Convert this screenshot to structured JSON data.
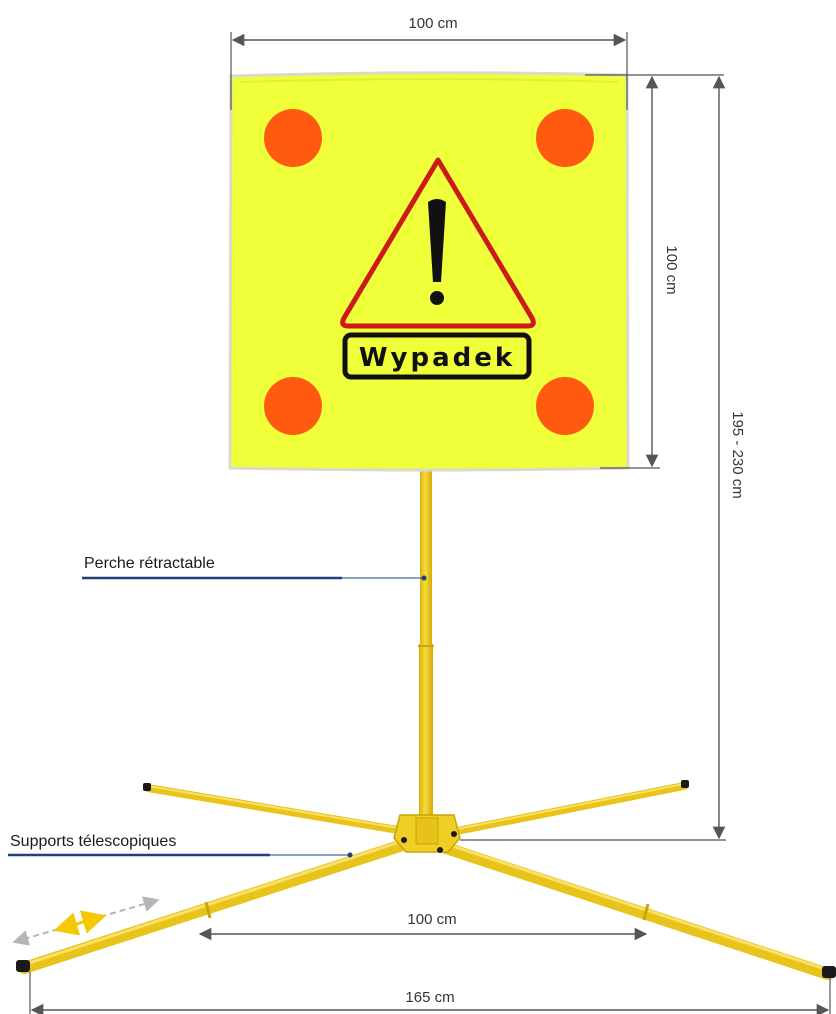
{
  "dimensions": {
    "sign_width": "100 cm",
    "sign_height": "100 cm",
    "total_height": "195 - 230 cm",
    "support_span": "100 cm",
    "base_span": "165 cm"
  },
  "callouts": {
    "pole": "Perche rétractable",
    "supports": "Supports télescopiques"
  },
  "sign": {
    "word": "Wypadek",
    "icon": "warning-triangle-exclamation-icon",
    "panel_color": "#efff3a",
    "dot_color": "#ff5a10",
    "triangle_color": "#cc1a1a"
  },
  "colors": {
    "pole": "#f2cf1a",
    "dimension_line": "#555555",
    "callout_line": "#1f3f7f",
    "telescopic_arrow": "#f5c800"
  }
}
